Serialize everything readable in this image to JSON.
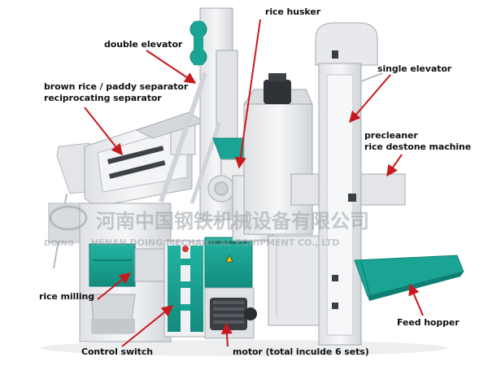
{
  "colors": {
    "arrow": "#c8191e",
    "machine_body": "#ecedef",
    "machine_shadow": "#c9ccd1",
    "green_panel": "#1aa493",
    "green_dark": "#0d7f72",
    "motor": "#3a3d42",
    "watermark": "#9aa0a6"
  },
  "labels": {
    "rice_husker": "rice husker",
    "double_elevator": "double elevator",
    "single_elevator": "single elevator",
    "separator_line1": "brown rice / paddy separator",
    "separator_line2": "reciprocating separator",
    "precleaner_line1": "precleaner",
    "precleaner_line2": "rice destone machine",
    "rice_milling": "rice milling",
    "feed_hopper": "Feed hopper",
    "control_switch": "Control switch",
    "motor": "motor (total inculde 6 sets)"
  },
  "watermark": {
    "logo_letters": "DOING",
    "chinese_name": "河南中国钢铁机械设备有限公司",
    "english_name": "HENAN DOING MECHANICAL EQUIPMENT CO., LTD"
  }
}
